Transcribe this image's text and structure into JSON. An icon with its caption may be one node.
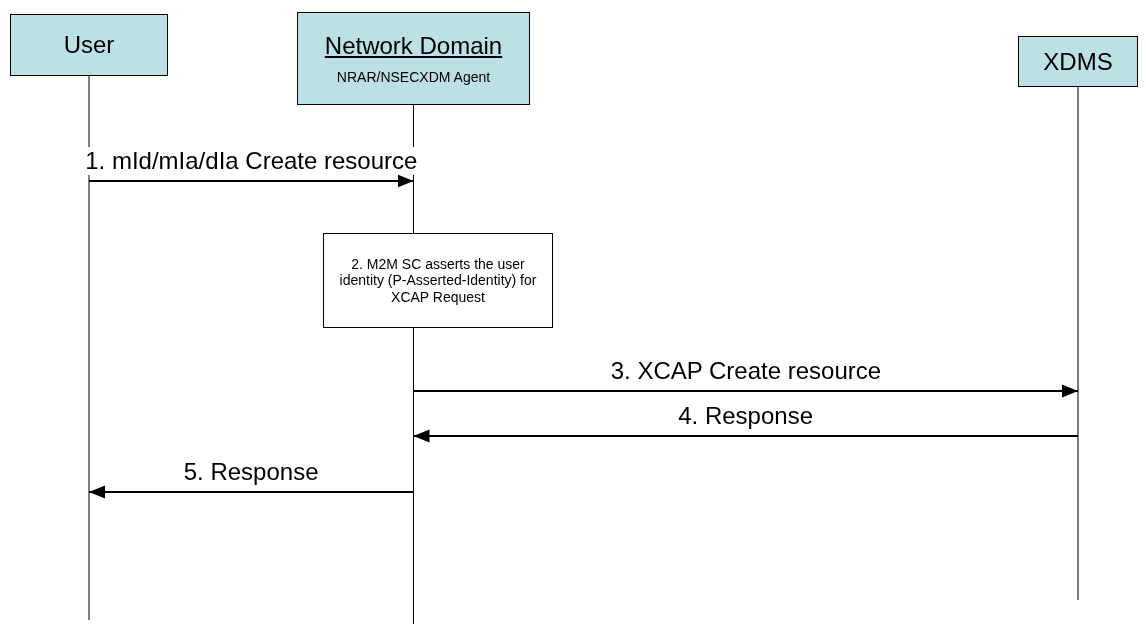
{
  "diagram": {
    "nodes": [
      {
        "text": [
          "User"
        ]
      },
      {
        "text": [
          "Network Domain",
          "NRAR/NSECXDM Agent"
        ]
      },
      {
        "text": [
          "XDMS"
        ]
      },
      {
        "text": [
          "2. M2M SC asserts the user identity (P-Asserted-Identity) for XCAP Request"
        ]
      }
    ],
    "edges": [
      {
        "from": 0,
        "to": 1,
        "arrow": "to",
        "label": "1. mId/mIa/dIa Create resource"
      },
      {
        "from": 1,
        "to": 2,
        "arrow": "to",
        "label": "3. XCAP Create resource"
      },
      {
        "from": 2,
        "to": 1,
        "arrow": "to",
        "label": "4. Response"
      },
      {
        "from": 1,
        "to": 0,
        "arrow": "to",
        "label": "5. Response"
      }
    ]
  }
}
